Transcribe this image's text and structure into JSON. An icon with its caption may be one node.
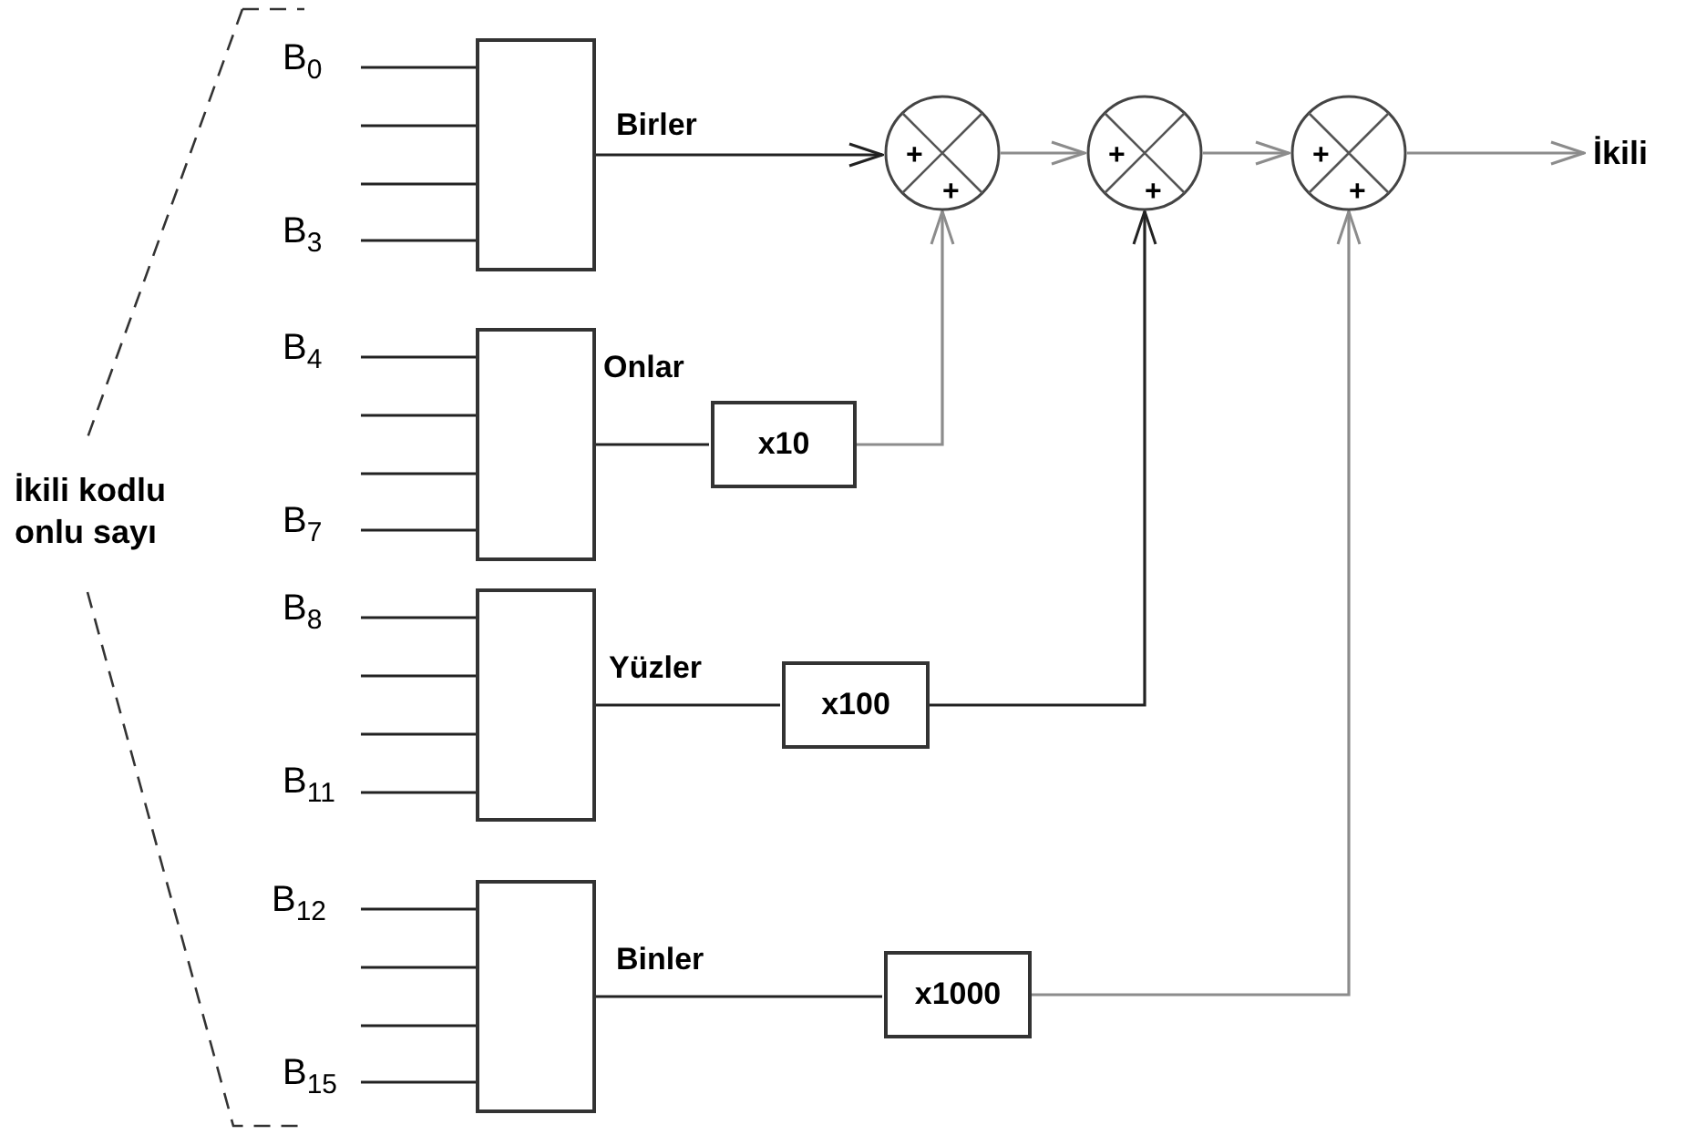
{
  "diagram": {
    "nodes": [
      {
        "text": [],
        "shape": "box"
      },
      {
        "text": [],
        "shape": "box"
      },
      {
        "text": [],
        "shape": "box"
      },
      {
        "text": [],
        "shape": "box"
      },
      {
        "text": [
          "x10"
        ]
      },
      {
        "text": [
          "x100"
        ]
      },
      {
        "text": [
          "x1000"
        ]
      },
      {
        "text": [
          "+",
          "+"
        ]
      },
      {
        "text": [
          "+",
          "+"
        ]
      },
      {
        "text": [
          "+",
          "+"
        ]
      },
      {
        "text": [
          "İkili"
        ]
      }
    ],
    "edges": [
      {
        "from": 0,
        "to": 7,
        "arrow": "to",
        "label": "Birler"
      },
      {
        "from": 1,
        "to": 4,
        "arrow": "none",
        "label": "Onlar"
      },
      {
        "from": 4,
        "to": 7,
        "arrow": "to",
        "color": "#8c8c8c"
      },
      {
        "from": 2,
        "to": 5,
        "arrow": "none",
        "label": "Yüzler"
      },
      {
        "from": 5,
        "to": 8,
        "arrow": "to"
      },
      {
        "from": 3,
        "to": 6,
        "arrow": "none",
        "label": "Binler"
      },
      {
        "from": 6,
        "to": 9,
        "arrow": "to",
        "color": "#8c8c8c"
      },
      {
        "from": 7,
        "to": 8,
        "arrow": "to",
        "color": "#8c8c8c"
      },
      {
        "from": 8,
        "to": 9,
        "arrow": "to",
        "color": "#8c8c8c"
      },
      {
        "from": 9,
        "to": 10,
        "arrow": "to",
        "color": "#8c8c8c"
      },
      {
        "from": null,
        "to": 0,
        "arrow": "none"
      },
      {
        "from": null,
        "to": 0,
        "arrow": "none"
      },
      {
        "from": null,
        "to": 0,
        "arrow": "none"
      },
      {
        "from": null,
        "to": 0,
        "arrow": "none"
      },
      {
        "from": null,
        "to": 1,
        "arrow": "none"
      },
      {
        "from": null,
        "to": 1,
        "arrow": "none"
      },
      {
        "from": null,
        "to": 1,
        "arrow": "none"
      },
      {
        "from": null,
        "to": 1,
        "arrow": "none"
      },
      {
        "from": null,
        "to": 2,
        "arrow": "none"
      },
      {
        "from": null,
        "to": 2,
        "arrow": "none"
      },
      {
        "from": null,
        "to": 2,
        "arrow": "none"
      },
      {
        "from": null,
        "to": 2,
        "arrow": "none"
      },
      {
        "from": null,
        "to": 3,
        "arrow": "none"
      },
      {
        "from": null,
        "to": 3,
        "arrow": "none"
      },
      {
        "from": null,
        "to": 3,
        "arrow": "none"
      },
      {
        "from": null,
        "to": 3,
        "arrow": "none"
      }
    ],
    "labels": [
      "B$_{0}$",
      "B$_{3}$",
      "B$_{4}$",
      "İkili kodlu onlu sayı",
      "B$_{7}$",
      "B$_{8}$",
      "B$_{11}$",
      "B$_{12}$",
      "B$_{15}$"
    ]
  }
}
